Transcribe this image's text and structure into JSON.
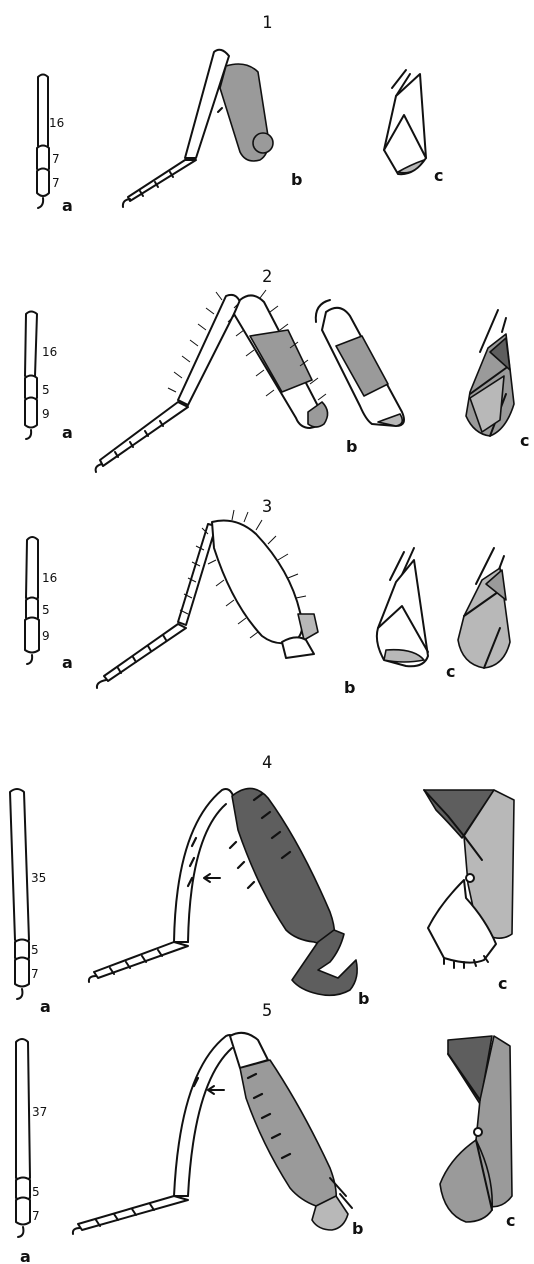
{
  "figures": [
    {
      "number": "1",
      "segments": [
        "16",
        "7",
        "7"
      ],
      "labels": {
        "a": "a",
        "b": "b",
        "c": "c"
      }
    },
    {
      "number": "2",
      "segments": [
        "16",
        "5",
        "9"
      ],
      "labels": {
        "a": "a",
        "b": "b",
        "c": "c"
      }
    },
    {
      "number": "3",
      "segments": [
        "16",
        "5",
        "9"
      ],
      "labels": {
        "a": "a",
        "b": "b",
        "c": "c"
      }
    },
    {
      "number": "4",
      "segments": [
        "35",
        "5",
        "7"
      ],
      "labels": {
        "a": "a",
        "b": "b",
        "c": "c"
      }
    },
    {
      "number": "5",
      "segments": [
        "37",
        "5",
        "7"
      ],
      "labels": {
        "a": "a",
        "b": "b",
        "c": "c"
      }
    }
  ],
  "colors": {
    "ink": "#111111",
    "shade": "#9a9a9a",
    "shade_light": "#b8b8b8",
    "shade_dark": "#5e5e5e"
  }
}
